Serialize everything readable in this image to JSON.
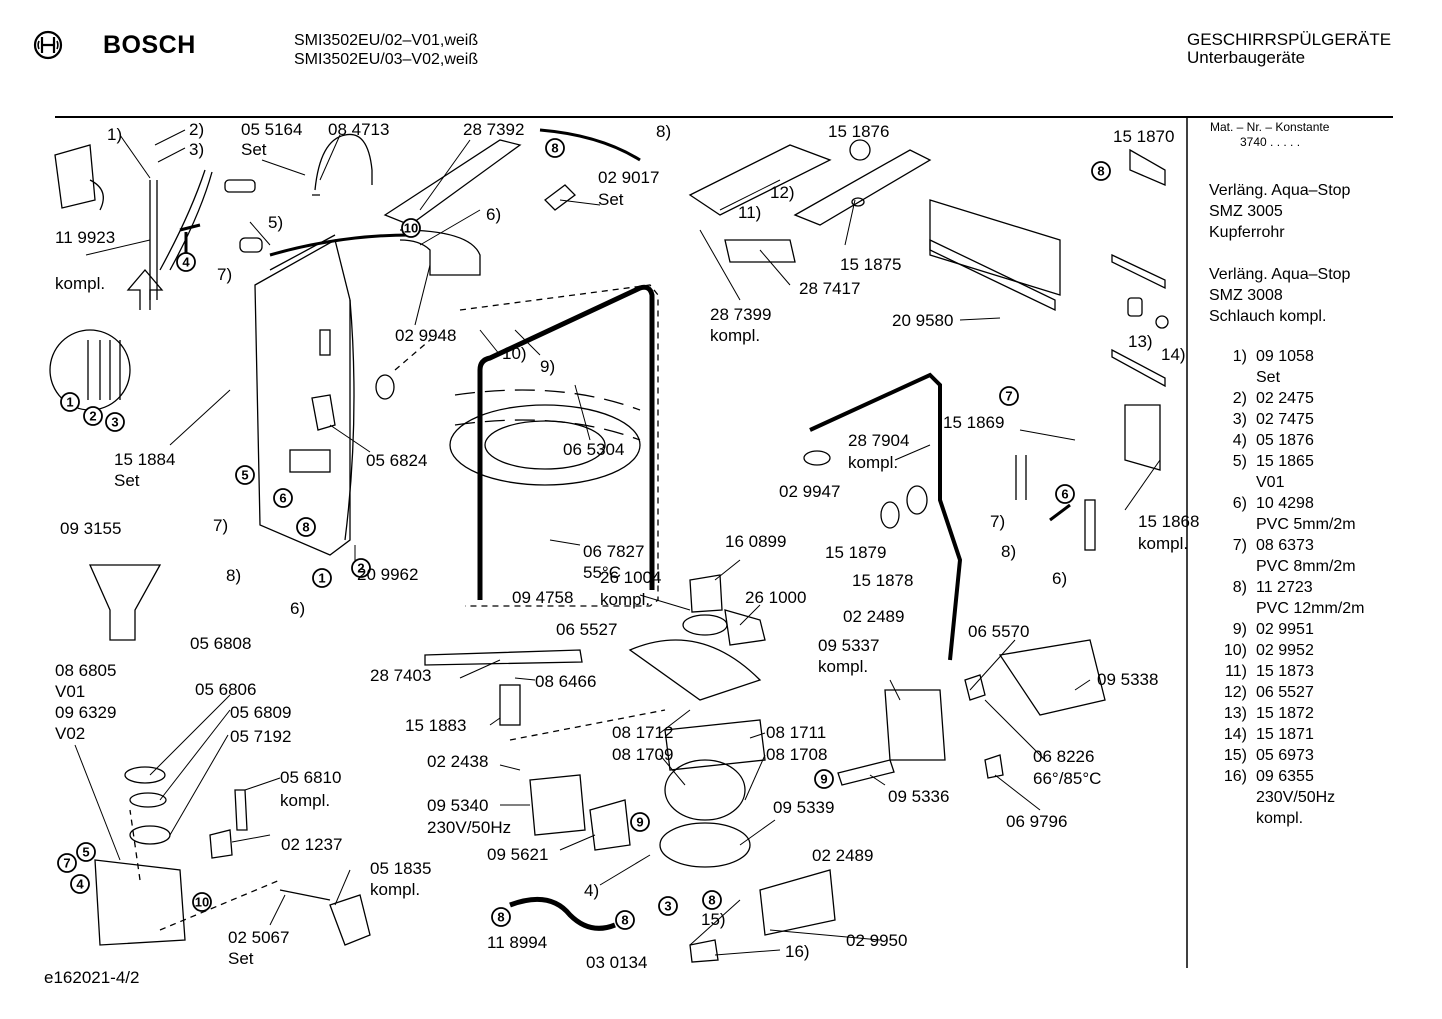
{
  "header": {
    "brand": "BOSCH",
    "models": [
      "SMI3502EU/02–V01,weiß",
      "SMI3502EU/03–V02,weiß"
    ],
    "category": "GESCHIRRSPÜLGERÄTE",
    "subcategory": "Unterbaugeräte"
  },
  "sidebar": {
    "mat_label": "Mat. – Nr. – Konstante",
    "mat_value": "3740  .  .  .  .  .",
    "notes": [
      [
        "Verläng. Aqua–Stop",
        "SMZ 3005",
        "Kupferrohr"
      ],
      [
        "Verläng. Aqua–Stop",
        "SMZ 3008",
        "Schlauch kompl."
      ]
    ],
    "parts": [
      {
        "key": "1)",
        "value": "09 1058",
        "extra": [
          "Set"
        ]
      },
      {
        "key": "2)",
        "value": "02 2475",
        "extra": []
      },
      {
        "key": "3)",
        "value": "02 7475",
        "extra": []
      },
      {
        "key": "4)",
        "value": "05 1876",
        "extra": []
      },
      {
        "key": "5)",
        "value": "15 1865",
        "extra": [
          "V01"
        ]
      },
      {
        "key": "6)",
        "value": "10 4298",
        "extra": [
          "PVC 5mm/2m"
        ]
      },
      {
        "key": "7)",
        "value": "08 6373",
        "extra": [
          "PVC 8mm/2m"
        ]
      },
      {
        "key": "8)",
        "value": "11 2723",
        "extra": [
          "PVC 12mm/2m"
        ]
      },
      {
        "key": "9)",
        "value": "02 9951",
        "extra": []
      },
      {
        "key": "10)",
        "value": "02 9952",
        "extra": []
      },
      {
        "key": "11)",
        "value": "15 1873",
        "extra": []
      },
      {
        "key": "12)",
        "value": "06 5527",
        "extra": []
      },
      {
        "key": "13)",
        "value": "15 1872",
        "extra": []
      },
      {
        "key": "14)",
        "value": "15 1871",
        "extra": []
      },
      {
        "key": "15)",
        "value": "05 6973",
        "extra": []
      },
      {
        "key": "16)",
        "value": "09 6355",
        "extra": [
          "230V/50Hz",
          "kompl."
        ]
      }
    ]
  },
  "footer": {
    "drawing_id": "e162021-4/2"
  },
  "callouts": [
    {
      "t": "1)"
    },
    {
      "t": "2)"
    },
    {
      "t": "3)"
    },
    {
      "t": "05 5164"
    },
    {
      "t": "Set"
    },
    {
      "t": "08 4713"
    },
    {
      "t": "28 7392"
    },
    {
      "t": "8)"
    },
    {
      "t": "15 1876"
    },
    {
      "t": "15 1870"
    },
    {
      "t": "5)"
    },
    {
      "t": "6)"
    },
    {
      "t": "02 9017"
    },
    {
      "t": "Set"
    },
    {
      "t": "12)"
    },
    {
      "t": "11)"
    },
    {
      "t": "11 9923"
    },
    {
      "t": "kompl."
    },
    {
      "t": "7)"
    },
    {
      "t": "02 9948"
    },
    {
      "t": "9)"
    },
    {
      "t": "10)"
    },
    {
      "t": "15 1875"
    },
    {
      "t": "28 7417"
    },
    {
      "t": "28 7399"
    },
    {
      "t": "kompl."
    },
    {
      "t": "20 9580"
    },
    {
      "t": "13)"
    },
    {
      "t": "14)"
    },
    {
      "t": "15 1884"
    },
    {
      "t": "Set"
    },
    {
      "t": "05 6824"
    },
    {
      "t": "06 5304"
    },
    {
      "t": "28 7904"
    },
    {
      "t": "kompl."
    },
    {
      "t": "15 1869"
    },
    {
      "t": "02 9947"
    },
    {
      "t": "7)"
    },
    {
      "t": "8)"
    },
    {
      "t": "15 1868"
    },
    {
      "t": "kompl."
    },
    {
      "t": "6)"
    },
    {
      "t": "09 3155"
    },
    {
      "t": "7)"
    },
    {
      "t": "8)"
    },
    {
      "t": "6)"
    },
    {
      "t": "20 9962"
    },
    {
      "t": "06 7827"
    },
    {
      "t": "55°C"
    },
    {
      "t": "16 0899"
    },
    {
      "t": "26 1004"
    },
    {
      "t": "kompl."
    },
    {
      "t": "26 1000"
    },
    {
      "t": "09 4758"
    },
    {
      "t": "15 1879"
    },
    {
      "t": "15 1878"
    },
    {
      "t": "05 6808"
    },
    {
      "t": "08 6805"
    },
    {
      "t": "V01"
    },
    {
      "t": "09 6329"
    },
    {
      "t": "V02"
    },
    {
      "t": "05 6806"
    },
    {
      "t": "05 6809"
    },
    {
      "t": "05 7192"
    },
    {
      "t": "05 6810"
    },
    {
      "t": "kompl."
    },
    {
      "t": "02 1237"
    },
    {
      "t": "06 5527"
    },
    {
      "t": "28 7403"
    },
    {
      "t": "08 6466"
    },
    {
      "t": "15 1883"
    },
    {
      "t": "02 2489"
    },
    {
      "t": "09 5337"
    },
    {
      "t": "kompl."
    },
    {
      "t": "06 5570"
    },
    {
      "t": "09 5338"
    },
    {
      "t": "08 1712"
    },
    {
      "t": "08 1711"
    },
    {
      "t": "08 1709"
    },
    {
      "t": "08 1708"
    },
    {
      "t": "02 2438"
    },
    {
      "t": "09 5340"
    },
    {
      "t": "230V/50Hz"
    },
    {
      "t": "06 8226"
    },
    {
      "t": "66°/85°C"
    },
    {
      "t": "09 5336"
    },
    {
      "t": "09 5339"
    },
    {
      "t": "06 9796"
    },
    {
      "t": "09 5621"
    },
    {
      "t": "02 2489"
    },
    {
      "t": "05 1835"
    },
    {
      "t": "kompl."
    },
    {
      "t": "02 5067"
    },
    {
      "t": "Set"
    },
    {
      "t": "4)"
    },
    {
      "t": "15)"
    },
    {
      "t": "11 8994"
    },
    {
      "t": "02 9950"
    },
    {
      "t": "03 0134"
    },
    {
      "t": "16)"
    }
  ],
  "circled_refs": [
    "8",
    "10",
    "4",
    "8",
    "7",
    "1",
    "2",
    "3",
    "5",
    "6",
    "8",
    "1",
    "2",
    "6",
    "9",
    "7",
    "5",
    "4",
    "10",
    "9",
    "3",
    "8",
    "8",
    "8"
  ]
}
